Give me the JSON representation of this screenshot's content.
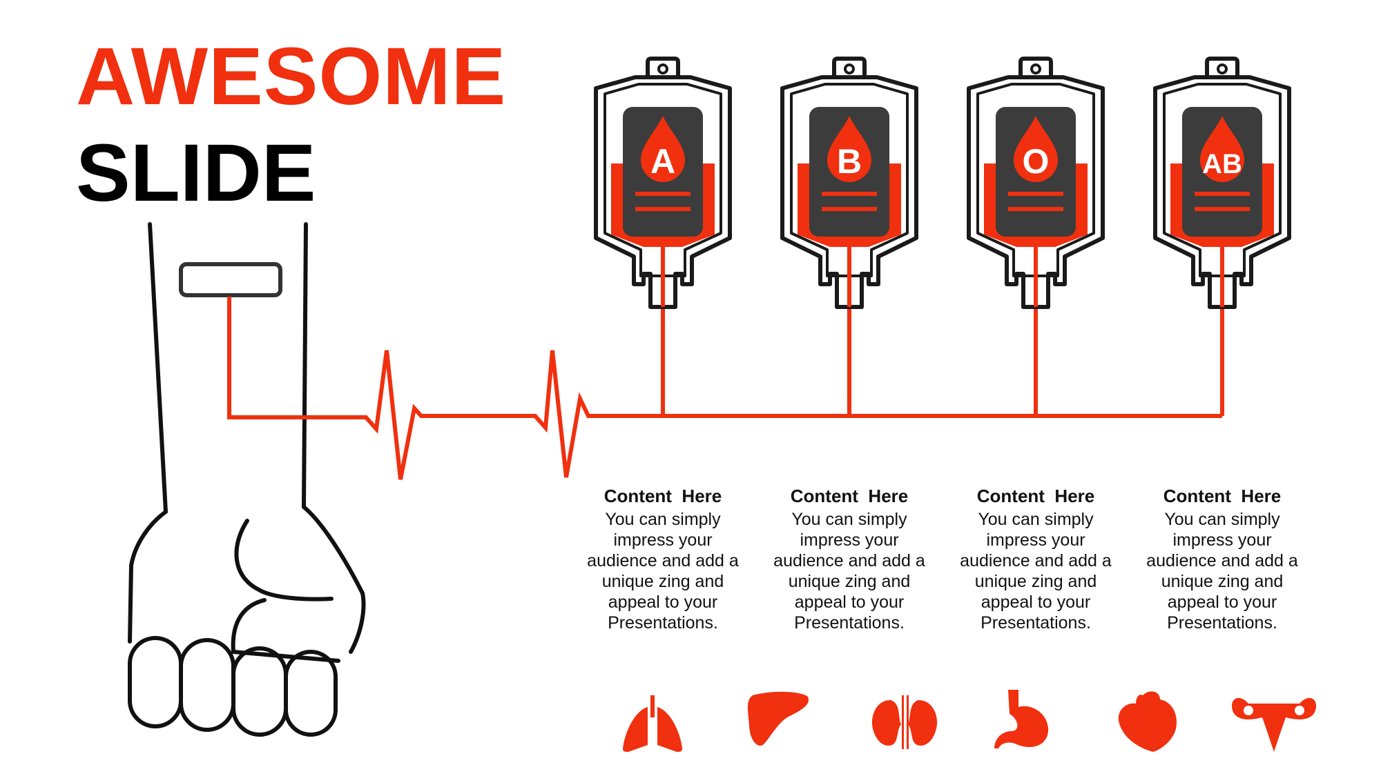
{
  "title": {
    "line1": "AWESOME",
    "line2": "SLIDE"
  },
  "colors": {
    "accent": "#f0300f",
    "dark": "#3c3c3c",
    "outline": "#1a1a1a"
  },
  "blood_types": [
    {
      "label": "A"
    },
    {
      "label": "B"
    },
    {
      "label": "O"
    },
    {
      "label": "AB"
    }
  ],
  "cards": [
    {
      "heading": "Content  Here",
      "body": "You can simply impress your audience and add a unique zing and appeal to your Presentations."
    },
    {
      "heading": "Content  Here",
      "body": "You can simply impress your audience and add a unique zing and appeal to your Presentations."
    },
    {
      "heading": "Content  Here",
      "body": "You can simply impress your audience and add a unique zing and appeal to your Presentations."
    },
    {
      "heading": "Content  Here",
      "body": "You can simply impress your audience and add a unique zing and appeal to your Presentations."
    }
  ],
  "organ_icons": [
    "lungs-icon",
    "liver-icon",
    "kidneys-icon",
    "stomach-icon",
    "heart-icon",
    "uterus-icon"
  ]
}
